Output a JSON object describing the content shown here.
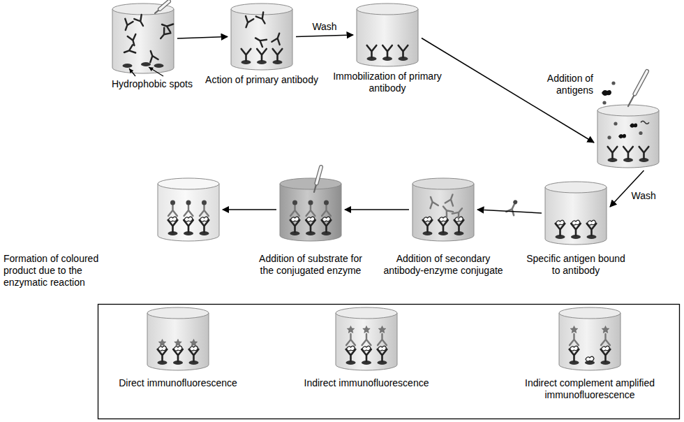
{
  "diagram": {
    "nodes": [
      {
        "text": [
          "Hydrophobic spots"
        ]
      },
      {
        "text": [
          "Action of primary antibody"
        ]
      },
      {
        "text": [
          "Immobilization of primary antibody"
        ]
      },
      {
        "text": [
          "Addition of antigens"
        ]
      },
      {
        "text": [
          "Specific antigen bound to antibody"
        ]
      },
      {
        "text": [
          "Addition of secondary antibody-enzyme conjugate"
        ]
      },
      {
        "text": [
          "Addition of substrate for the conjugated enzyme"
        ]
      },
      {
        "text": [
          "Formation of coloured product due to the enzymatic reaction"
        ]
      },
      {
        "text": [
          "Direct immunofluorescence"
        ]
      },
      {
        "text": [
          "Indirect immunofluorescence"
        ]
      },
      {
        "text": [
          "Indirect complement amplified immunofluorescence"
        ]
      }
    ],
    "edges": [
      {
        "from": 0,
        "to": 1,
        "arrow": "to"
      },
      {
        "from": 1,
        "to": 2,
        "label": "Wash",
        "arrow": "to"
      },
      {
        "from": 2,
        "to": 3,
        "arrow": "to"
      },
      {
        "from": 3,
        "to": 4,
        "label": "Wash",
        "arrow": "to"
      },
      {
        "from": 4,
        "to": 5,
        "arrow": "to"
      },
      {
        "from": 5,
        "to": 6,
        "arrow": "to"
      },
      {
        "from": 6,
        "to": 7,
        "arrow": "to"
      }
    ]
  }
}
